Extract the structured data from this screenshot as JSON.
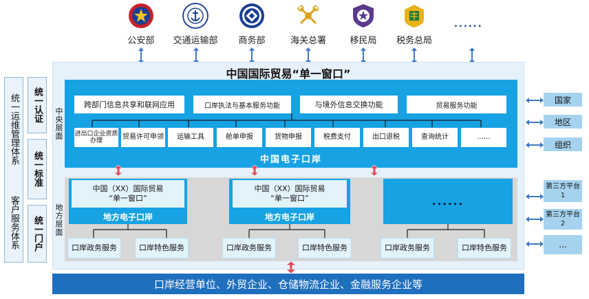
{
  "agencies": [
    "公安部",
    "交通运输部",
    "商务部",
    "海关总署",
    "移民局",
    "税务总局"
  ],
  "agencies_more": "......",
  "title": "中国国际贸易“单一窗口”",
  "tier_central": "中央层面",
  "tier_local": "地方层面",
  "functions": [
    "跨部门信息共享和联网应用",
    "口岸执法与基本服务功能",
    "与境外信息交换功能",
    "贸易服务功能"
  ],
  "services": [
    "进出口企业资质办理",
    "贸易许可申领",
    "运输工具",
    "舱单申报",
    "货物申报",
    "税费支付",
    "出口退税",
    "查询统计",
    "......"
  ],
  "central_title": "中国电子口岸",
  "local_window_line1": "中国（XX）国际贸易",
  "local_window_line2": "“单一窗口”",
  "local_more": "......",
  "local_title": "地方电子口岸",
  "local_services": [
    "口岸政务服务",
    "口岸特色服务"
  ],
  "bottom": "口岸经营单位、外贸企业、仓储物流企业、金融服务企业等",
  "left_col1": "统一运维管理体系",
  "left_col2": "客户服务体系",
  "left_boxes": [
    "统一认证",
    "统一标准",
    "统一门户"
  ],
  "right_tags": [
    "国家",
    "地区",
    "组织"
  ],
  "right_platforms": [
    "第三方平台1",
    "第三方平台2",
    "..."
  ],
  "colors": {
    "primary": "#16a2e3",
    "frame": "#e6f1fb",
    "arrow": "#e0505a",
    "bottom": "#1f6fbf",
    "tag": "#a5d3ef"
  }
}
